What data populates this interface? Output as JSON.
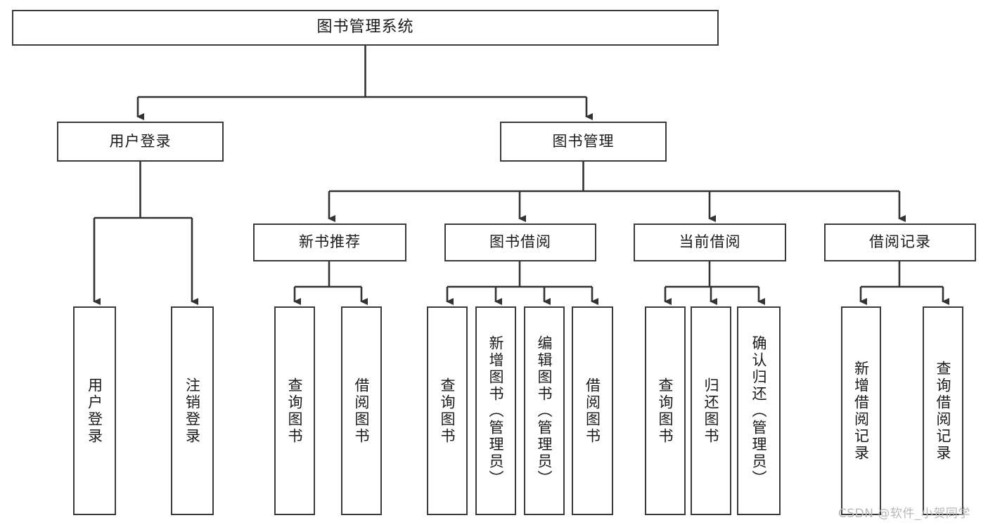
{
  "diagram": {
    "title": "图书管理系统",
    "type": "tree",
    "theme": {
      "background": "#ffffff",
      "box_border": "#3a3a3a",
      "box_fill": "#ffffff",
      "text": "#1a1a1a",
      "connector": "#333333",
      "watermark": "#b9b9b9"
    },
    "root": {
      "label": "图书管理系统"
    },
    "level2": [
      {
        "label": "用户登录"
      },
      {
        "label": "图书管理"
      }
    ],
    "level3": [
      {
        "label": "新书推荐"
      },
      {
        "label": "图书借阅"
      },
      {
        "label": "当前借阅"
      },
      {
        "label": "借阅记录"
      }
    ],
    "leaves": {
      "user_login": [
        {
          "label": "用户登录"
        },
        {
          "label": "注销登录"
        }
      ],
      "new_book_recommend": [
        {
          "label": "查询图书"
        },
        {
          "label": "借阅图书"
        }
      ],
      "book_borrow": [
        {
          "label": "查询图书"
        },
        {
          "label": "新增图书（管理员）"
        },
        {
          "label": "编辑图书（管理员）"
        },
        {
          "label": "借阅图书"
        }
      ],
      "current_borrow": [
        {
          "label": "查询图书"
        },
        {
          "label": "归还图书"
        },
        {
          "label": "确认归还（管理员）"
        }
      ],
      "borrow_record": [
        {
          "label": "新增借阅记录"
        },
        {
          "label": "查询借阅记录"
        }
      ]
    }
  },
  "watermark": {
    "text": "CSDN @软件_小贺同学"
  }
}
